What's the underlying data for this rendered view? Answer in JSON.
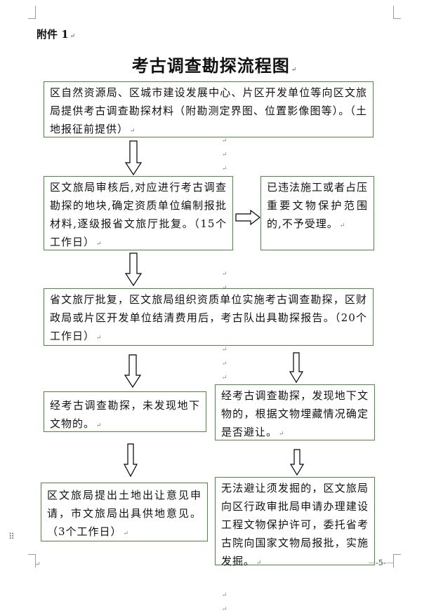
{
  "attachment_label": "附件 1",
  "title": "考古调查勘探流程图",
  "boxes": {
    "step1": "区自然资源局、区城市建设发展中心、片区开发单位等向区文旅局提供考古调查勘探材料（附勘测定界图、位置影像图等）。（土地报征前提供）",
    "step2": "区文旅局审核后,对应进行考古调查勘探的地块,确定资质单位编制报批材料,逐级报省文旅厅批复。（15个工作日）",
    "reject": "已违法施工或者占压重要文物保护范围的,不予受理。",
    "step3": "省文旅厅批复，区文旅局组织资质单位实施考古调查勘探，区财政局或片区开发单位结清费用后，考古队出具勘探报告。（20个工作日）",
    "no_relics": "经考古调查勘探，未发现地下文物的。",
    "relics_found": "经考古调查勘探，发现地下文物的，根据文物埋藏情况确定是否避让。",
    "land_opinion": "区文旅局提出土地出让意见申请，市文旅局出具供地意见。（3个工作日）",
    "excavation": "无法避让须发掘的，区文旅局向区行政审批局申请办理建设工程文物保护许可，委托省考古院向国家文物局报批，实施发掘。"
  },
  "page_number": "-5-"
}
